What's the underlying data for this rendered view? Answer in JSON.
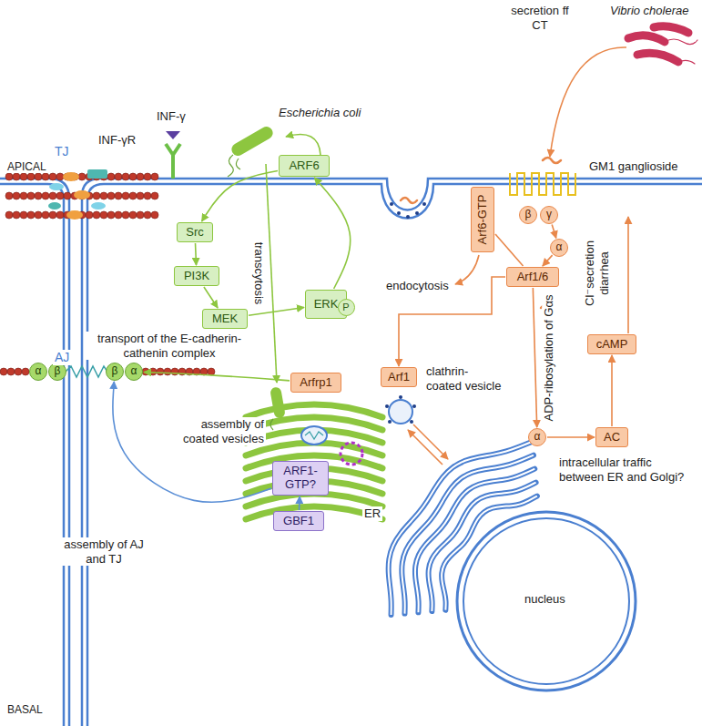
{
  "diagram": {
    "nodes": [
      {
        "text": [
          "ARF6"
        ]
      },
      {
        "text": [
          "Src"
        ]
      },
      {
        "text": [
          "PI3K"
        ]
      },
      {
        "text": [
          "MEK"
        ]
      },
      {
        "text": [
          "ERK"
        ]
      },
      {
        "text": [
          "P"
        ],
        "in": 4
      },
      {
        "text": [
          "Arf6-GTP"
        ]
      },
      {
        "text": [
          "β"
        ]
      },
      {
        "text": [
          "γ"
        ]
      },
      {
        "text": [
          "α"
        ]
      },
      {
        "text": [
          "Arf1/6"
        ]
      },
      {
        "text": [
          "cAMP"
        ]
      },
      {
        "text": [
          "Arf1"
        ]
      },
      {
        "text": [
          "Arfrp1"
        ]
      },
      {
        "text": [
          "α"
        ]
      },
      {
        "text": [
          "AC"
        ]
      },
      {
        "text": [
          "ARF1-GTP?"
        ]
      },
      {
        "text": [
          "GBF1"
        ]
      },
      {
        "text": [
          "α"
        ]
      },
      {
        "text": [
          "β"
        ]
      },
      {
        "text": [
          "β"
        ]
      },
      {
        "text": [
          "α"
        ]
      }
    ],
    "edges": [
      {
        "from": 0,
        "to": 1,
        "arrow": "to"
      },
      {
        "from": 1,
        "to": 2,
        "arrow": "to"
      },
      {
        "from": 2,
        "to": 3,
        "arrow": "to"
      },
      {
        "from": 3,
        "to": 4,
        "arrow": "to"
      },
      {
        "from": 4,
        "to": 0,
        "arrow": "to"
      },
      {
        "from": 8,
        "to": 9,
        "arrow": "to"
      },
      {
        "from": 9,
        "to": 10,
        "arrow": "to"
      },
      {
        "from": 10,
        "to": 6,
        "arrow": "none"
      },
      {
        "from": 10,
        "to": 14,
        "arrow": "to",
        "label": "ADP-ribosylation of Gαs"
      },
      {
        "from": 14,
        "to": 15,
        "arrow": "to"
      },
      {
        "from": 15,
        "to": 11,
        "arrow": "to"
      },
      {
        "from": 10,
        "to": 12,
        "arrow": "to"
      },
      {
        "from": 13,
        "to": 21,
        "arrow": "to"
      },
      {
        "from": 17,
        "to": 16,
        "arrow": "to"
      },
      {
        "from": 16,
        "to": 20,
        "arrow": "to"
      }
    ],
    "labels": [
      "Vibrio cholerae",
      "secretion ff CT",
      "GM1 ganglioside",
      "Escherichia coli",
      "INF-γ",
      "INF-γR",
      "APICAL",
      "BASAL",
      "TJ",
      "AJ",
      "transcytosis",
      "endocytosis",
      "Cl⁻secretion diarrhea",
      "transport of the E-cadherin-cathenin complex",
      "clathrin-coated vesicle",
      "assembly of coated vesicles",
      "intracellular traffic between ER and Golgi?",
      "ER",
      "nucleus",
      "assembly of AJ and TJ"
    ]
  }
}
